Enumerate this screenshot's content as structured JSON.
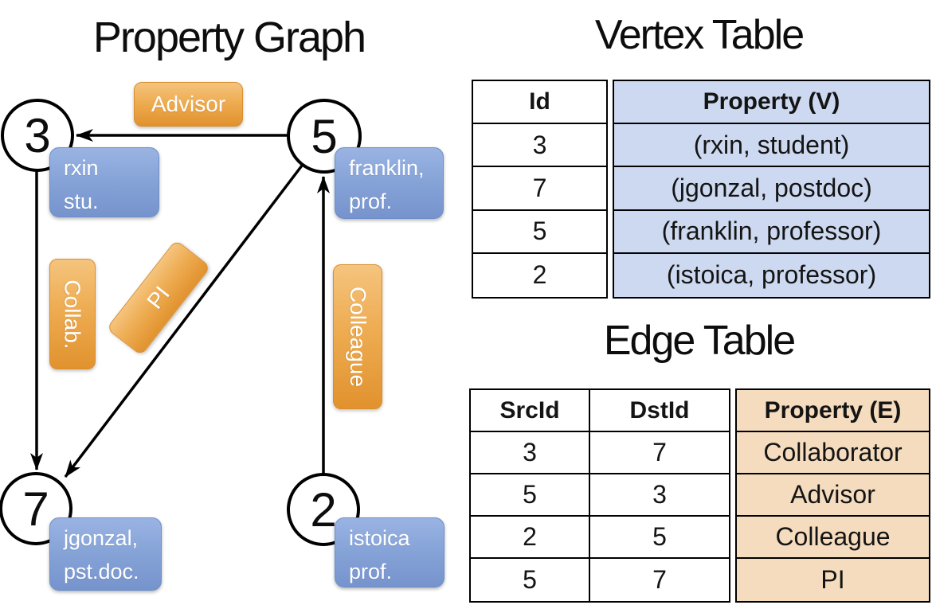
{
  "graph": {
    "title": "Property Graph",
    "vertices": [
      {
        "id": "3",
        "property_lines": [
          "rxin",
          "stu."
        ]
      },
      {
        "id": "5",
        "property_lines": [
          "franklin,",
          "prof."
        ]
      },
      {
        "id": "7",
        "property_lines": [
          "jgonzal,",
          "pst.doc."
        ]
      },
      {
        "id": "2",
        "property_lines": [
          "istoica",
          "prof."
        ]
      }
    ],
    "edges": [
      {
        "src": "5",
        "dst": "3",
        "label": "Advisor"
      },
      {
        "src": "3",
        "dst": "7",
        "label": "Collab."
      },
      {
        "src": "5",
        "dst": "7",
        "label": "PI"
      },
      {
        "src": "2",
        "dst": "5",
        "label": "Colleague"
      }
    ]
  },
  "vertex_table": {
    "title": "Vertex Table",
    "columns": [
      "Id",
      "Property (V)"
    ],
    "rows": [
      [
        "3",
        "(rxin, student)"
      ],
      [
        "7",
        "(jgonzal, postdoc)"
      ],
      [
        "5",
        "(franklin, professor)"
      ],
      [
        "2",
        "(istoica, professor)"
      ]
    ]
  },
  "edge_table": {
    "title": "Edge Table",
    "columns": [
      "SrcId",
      "DstId",
      "Property (E)"
    ],
    "rows": [
      [
        "3",
        "7",
        "Collaborator"
      ],
      [
        "5",
        "3",
        "Advisor"
      ],
      [
        "2",
        "5",
        "Colleague"
      ],
      [
        "5",
        "7",
        "PI"
      ]
    ]
  },
  "colors": {
    "edge_label_fill": "#EBA546",
    "vertex_label_fill": "#84A0D6",
    "vertex_table_property_fill": "#CDD9F0",
    "edge_table_property_fill": "#F5DCBE",
    "line_color": "#000000"
  }
}
